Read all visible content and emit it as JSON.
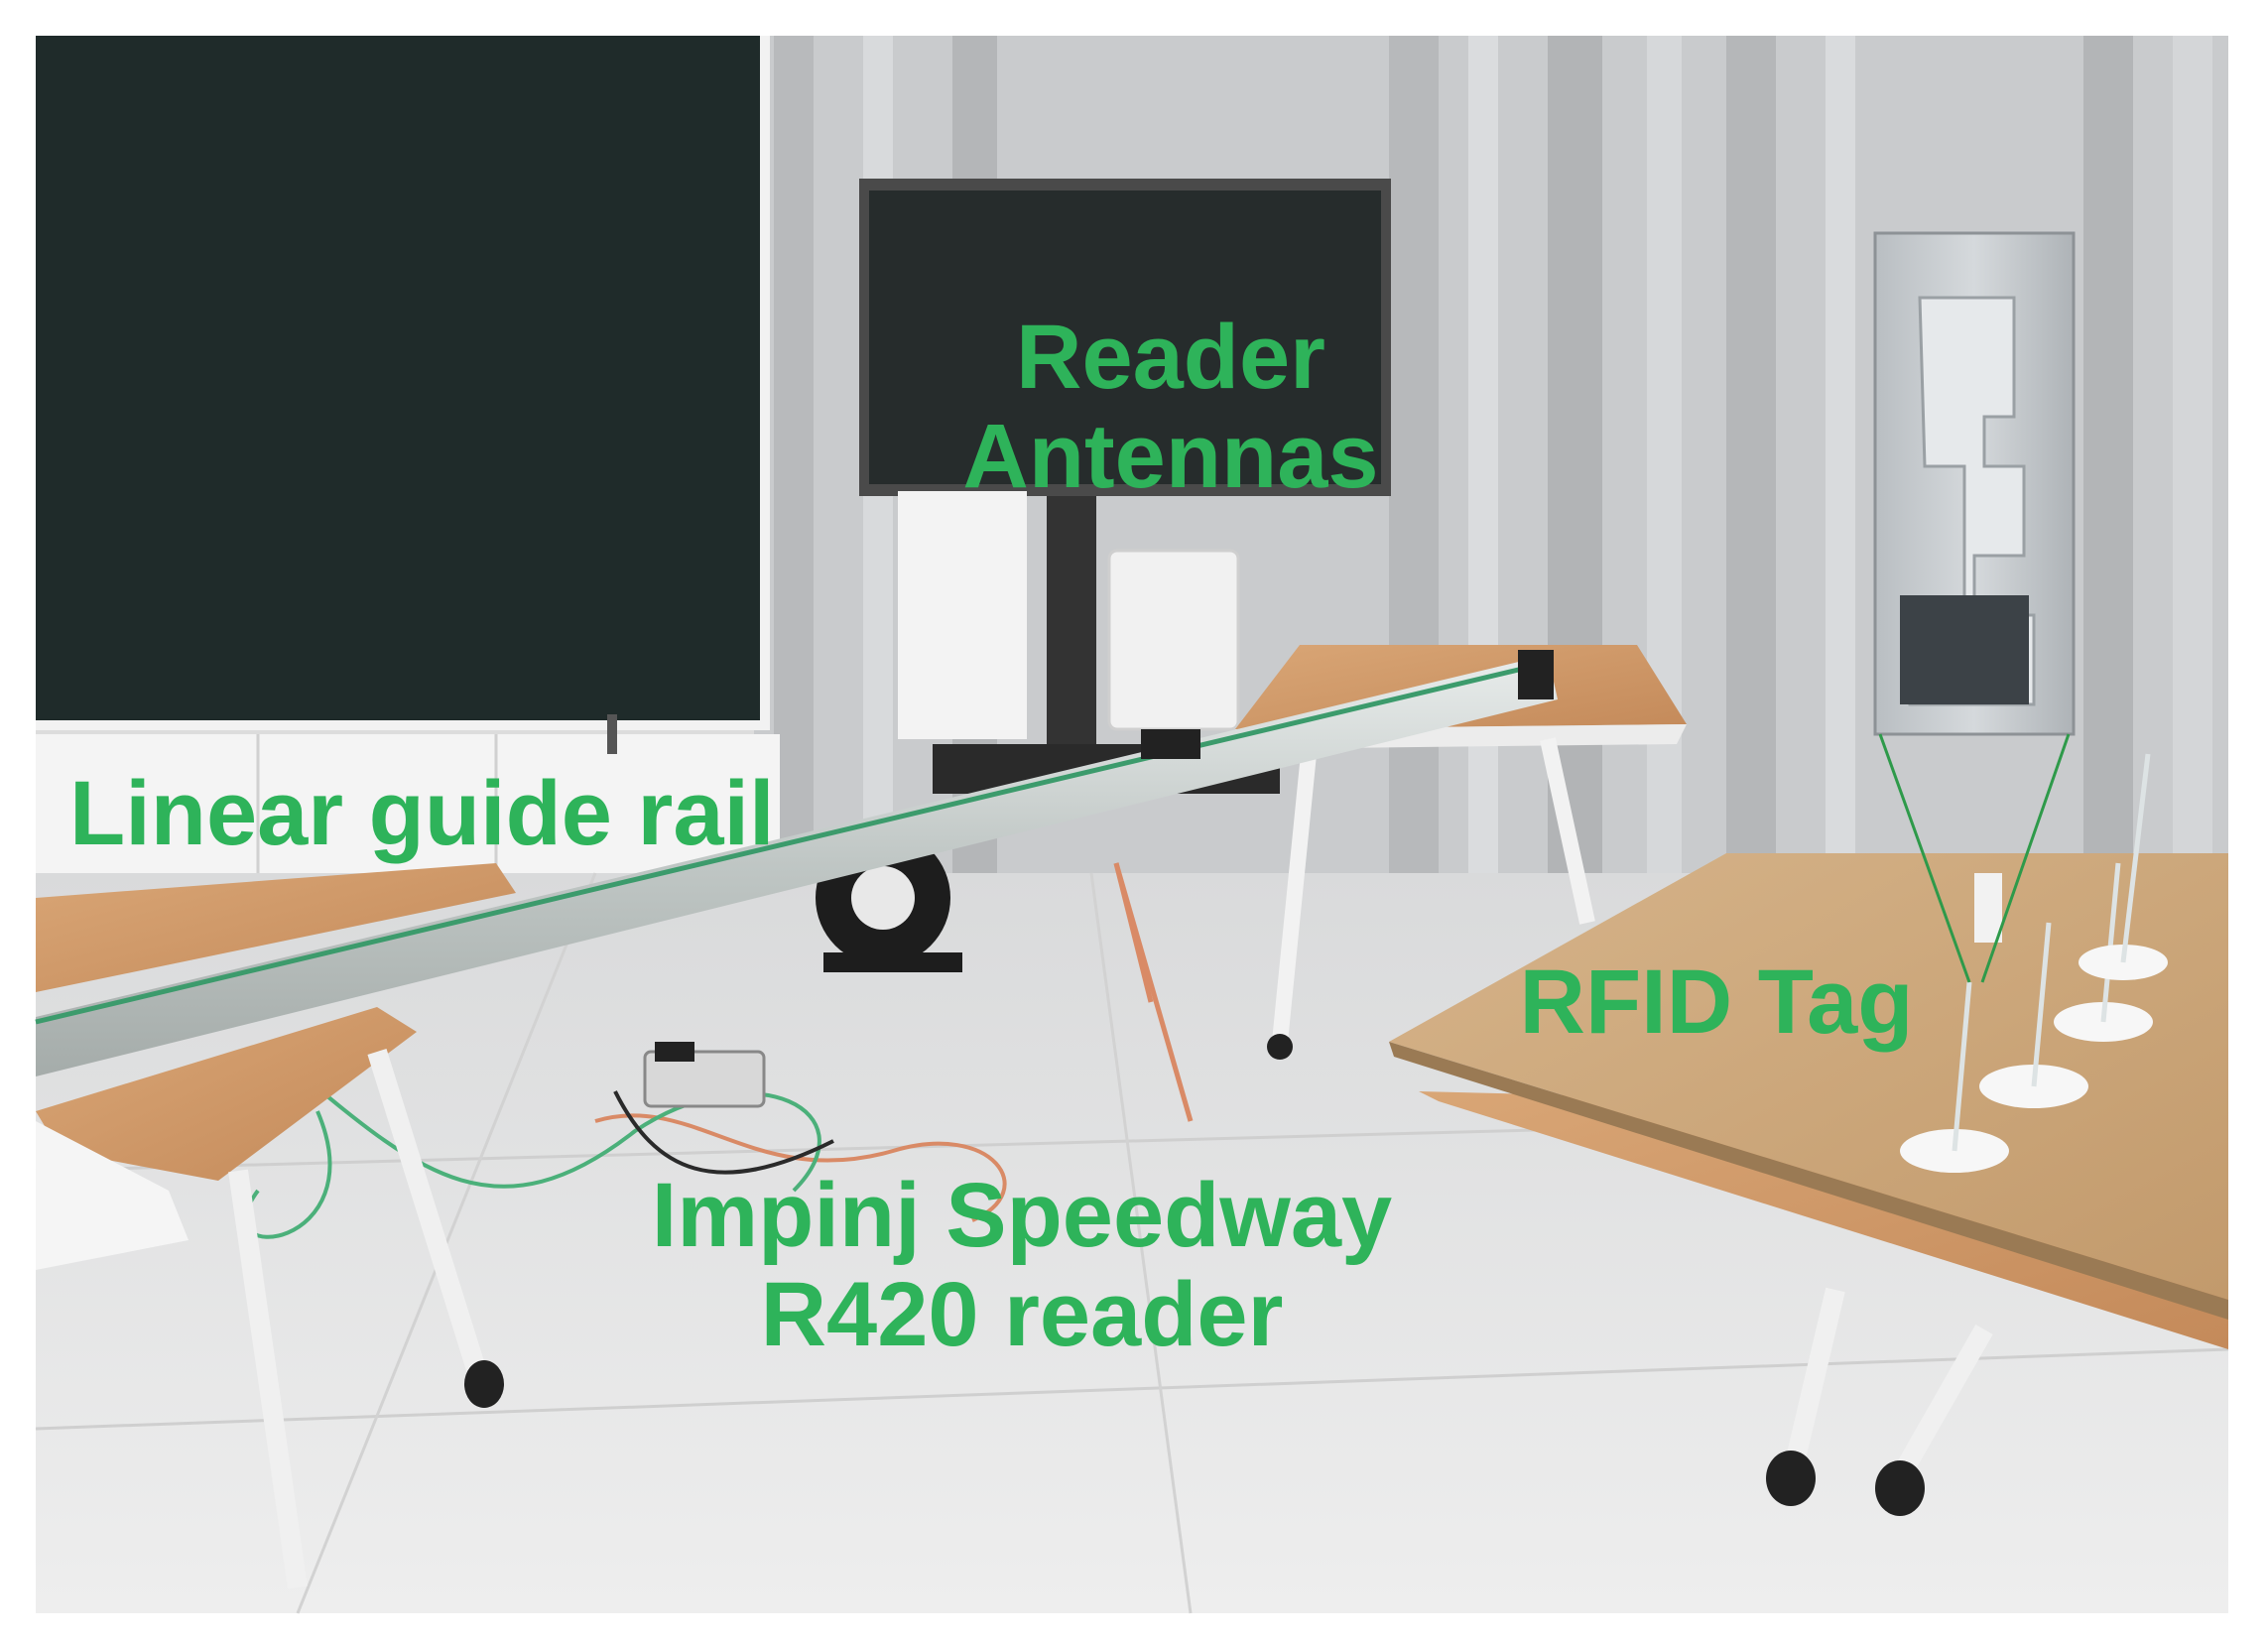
{
  "labels": {
    "antennas_line1": "Reader",
    "antennas_line2": "Antennas",
    "rail": "Linear guide rail",
    "tag": "RFID Tag",
    "reader_line1": "Impinj Speedway",
    "reader_line2": "R420 reader"
  },
  "colors": {
    "label_green": "#2eb35a",
    "callout_line": "#2e9a4a"
  }
}
